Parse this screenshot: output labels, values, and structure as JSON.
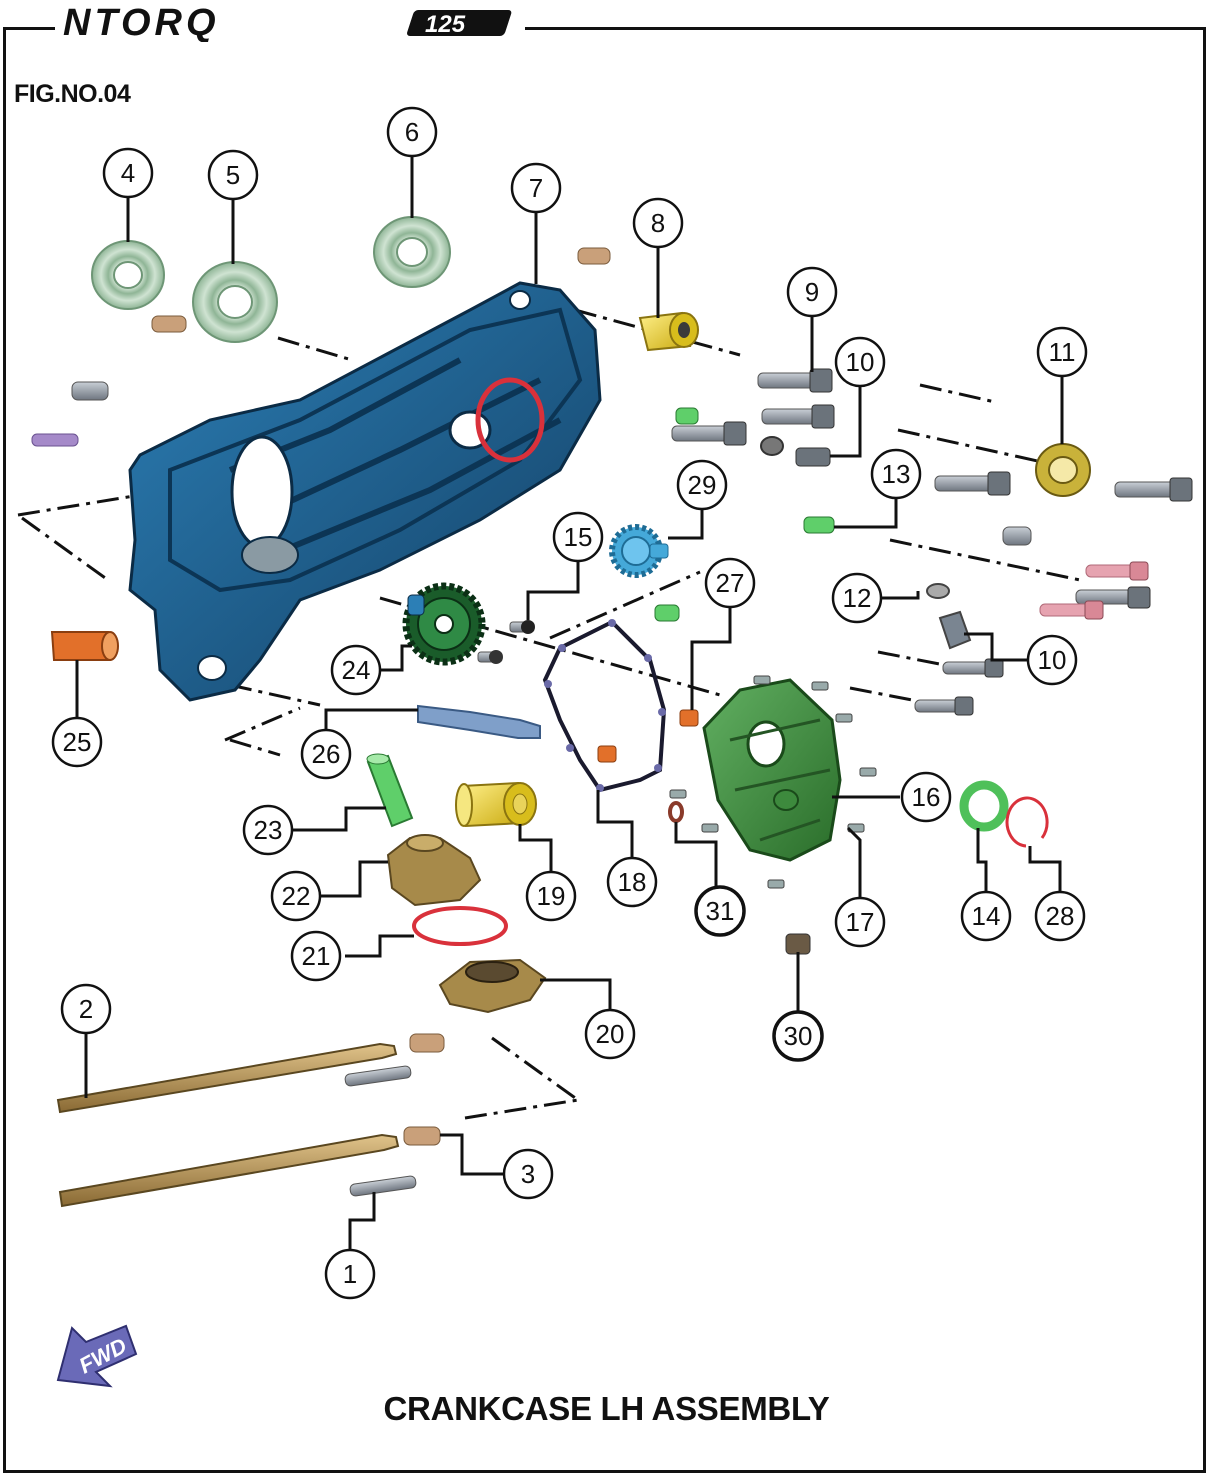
{
  "logo": {
    "text": "NTORQ",
    "badge": "125"
  },
  "figure_number": "FIG.NO.04",
  "title": "CRANKCASE LH ASSEMBLY",
  "direction_label": "FWD",
  "callouts": [
    "1",
    "2",
    "3",
    "4",
    "5",
    "6",
    "7",
    "8",
    "9",
    "10",
    "10",
    "11",
    "12",
    "13",
    "14",
    "15",
    "16",
    "17",
    "18",
    "19",
    "20",
    "21",
    "22",
    "23",
    "24",
    "25",
    "26",
    "27",
    "28",
    "29",
    "30",
    "31"
  ],
  "colors": {
    "crankcase": "#1d5f8f",
    "cover": "#3f8f3f",
    "bearing": "#a9c9ae",
    "bush_yellow": "#e6d12a",
    "shaft_brass": "#b08a45",
    "o_ring_red": "#d9313b",
    "dowel_orange": "#e2702a"
  }
}
